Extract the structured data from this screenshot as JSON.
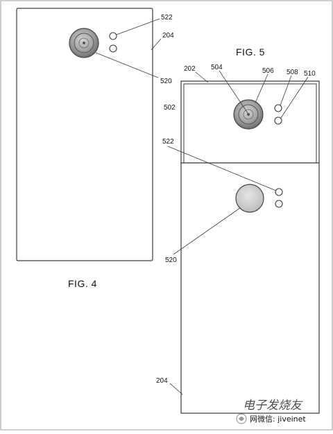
{
  "figures": {
    "fig4": {
      "caption": "FIG. 4",
      "labels": {
        "camera_sensors": "522",
        "housing": "204",
        "lens": "520"
      }
    },
    "fig5": {
      "caption": "FIG. 5",
      "labels": {
        "sleeve": "202",
        "lens_module": "504",
        "lens_ring": "506",
        "sensor_top": "508",
        "sensor_bottom": "510",
        "slide_module": "502",
        "camera_sensors": "522",
        "lens": "520",
        "housing": "204"
      }
    }
  },
  "watermark": {
    "brand": "电子发烧友",
    "caption": "网微信: jiveinet"
  },
  "colors": {
    "line": "#3a3a3a",
    "lens_outer": "#8a8a8a",
    "lens_inner": "#b8b8b8",
    "background": "#ffffff"
  }
}
